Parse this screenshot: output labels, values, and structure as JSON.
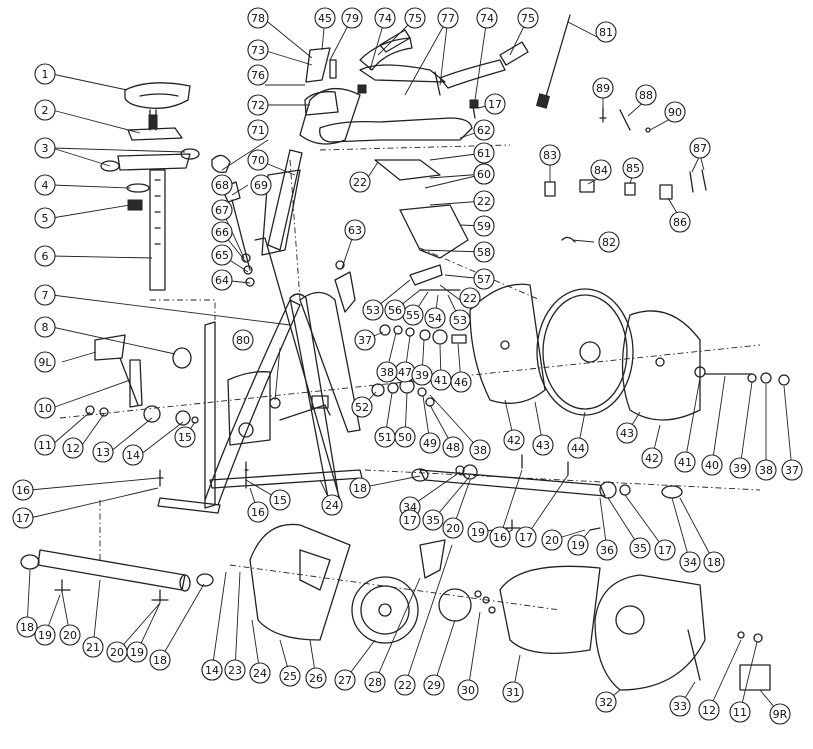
{
  "callouts": [
    "1",
    "2",
    "3",
    "4",
    "5",
    "6",
    "7",
    "8",
    "9L",
    "10",
    "11",
    "12",
    "13",
    "14",
    "15",
    "16",
    "17",
    "18",
    "19",
    "20",
    "21",
    "22",
    "23",
    "24",
    "25",
    "26",
    "27",
    "28",
    "29",
    "30",
    "31",
    "32",
    "33",
    "34",
    "35",
    "36",
    "37",
    "38",
    "39",
    "40",
    "41",
    "42",
    "43",
    "44",
    "45",
    "46",
    "47",
    "48",
    "49",
    "50",
    "51",
    "52",
    "53",
    "54",
    "55",
    "56",
    "57",
    "58",
    "59",
    "60",
    "61",
    "62",
    "63",
    "64",
    "65",
    "66",
    "67",
    "68",
    "69",
    "70",
    "71",
    "72",
    "73",
    "74",
    "75",
    "76",
    "77",
    "78",
    "79",
    "80",
    "81",
    "82",
    "83",
    "84",
    "85",
    "86",
    "87",
    "88",
    "89",
    "90",
    "9R"
  ]
}
